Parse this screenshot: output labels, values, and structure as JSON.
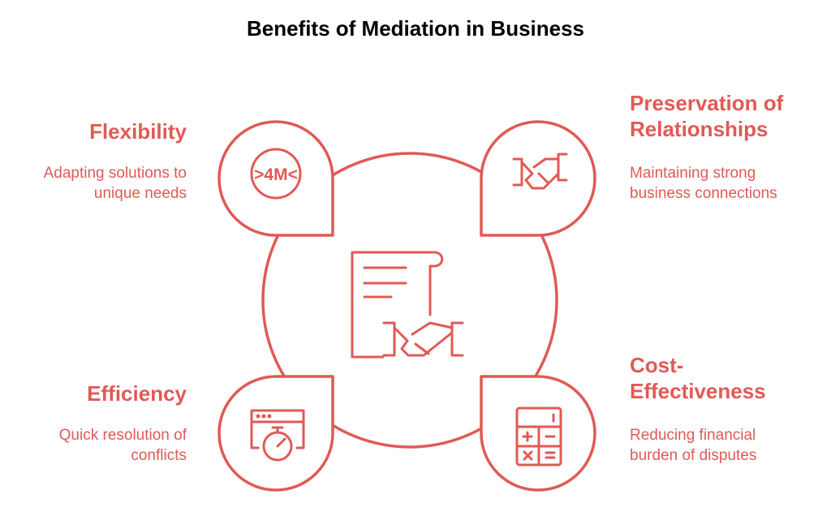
{
  "title": "Benefits of Mediation in Business",
  "colors": {
    "accent": "#e05a55",
    "title": "#000000",
    "background": "#ffffff"
  },
  "benefits": [
    {
      "heading": "Flexibility",
      "description_line1": "Adapting solutions to",
      "description_line2": "unique needs",
      "icon": "4m-icon",
      "position": "top-left"
    },
    {
      "heading": "Preservation of\nRelationships",
      "description_line1": "Maintaining strong",
      "description_line2": "business connections",
      "icon": "handshake-icon",
      "position": "top-right"
    },
    {
      "heading": "Efficiency",
      "description_line1": "Quick resolution of",
      "description_line2": "conflicts",
      "icon": "stopwatch-window-icon",
      "position": "bottom-left"
    },
    {
      "heading": "Cost-\nEffectiveness",
      "description_line1": "Reducing financial",
      "description_line2": "burden of disputes",
      "icon": "calculator-icon",
      "position": "bottom-right"
    }
  ],
  "center_icon": "contract-handshake-icon",
  "icon_text": {
    "flexibility_badge": ">4M<"
  }
}
